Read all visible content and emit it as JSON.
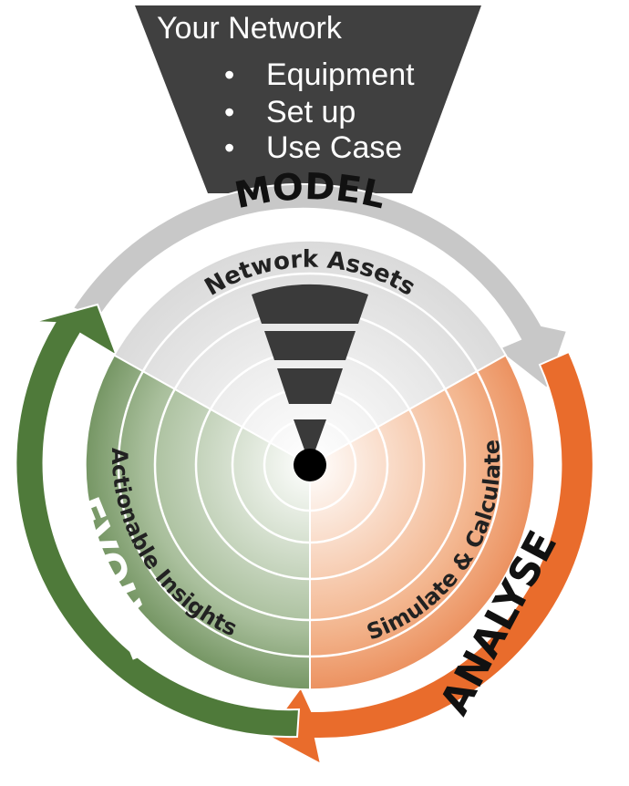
{
  "funnel": {
    "title": "Your Network",
    "bullets": [
      "Equipment",
      "Set up",
      "Use Case"
    ],
    "color": "#404040"
  },
  "arrows": {
    "model": {
      "label": "MODEL",
      "color": "#c8c8c8"
    },
    "analyse": {
      "label": "ANALYSE",
      "color": "#e96c2c"
    },
    "evolve": {
      "label": "EVOLVE",
      "color": "#4f7a3a"
    }
  },
  "segments": {
    "top": {
      "label": "Network Assets"
    },
    "right": {
      "label": "Simulate & Calculate"
    },
    "left": {
      "label": "Actionable Insights"
    }
  },
  "center": {
    "color": "#000000"
  }
}
